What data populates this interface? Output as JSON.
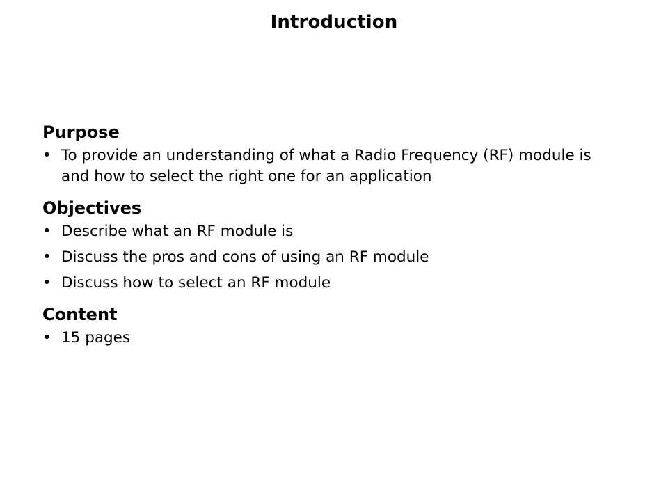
{
  "slide": {
    "title": "Introduction",
    "background_color": "#ffffff",
    "text_color": "#000000",
    "bullet_glyph": "•",
    "sections": [
      {
        "id": "purpose",
        "heading": "Purpose",
        "bullets": [
          "To provide an understanding of what a Radio Frequency (RF) module is and how to select the right one for an application"
        ]
      },
      {
        "id": "objectives",
        "heading": "Objectives",
        "bullets": [
          "Describe what an RF module is",
          "Discuss the pros and cons of using an RF module",
          "Discuss how to select an RF module"
        ]
      },
      {
        "id": "content",
        "heading": "Content",
        "bullets": [
          "15 pages"
        ]
      }
    ]
  }
}
